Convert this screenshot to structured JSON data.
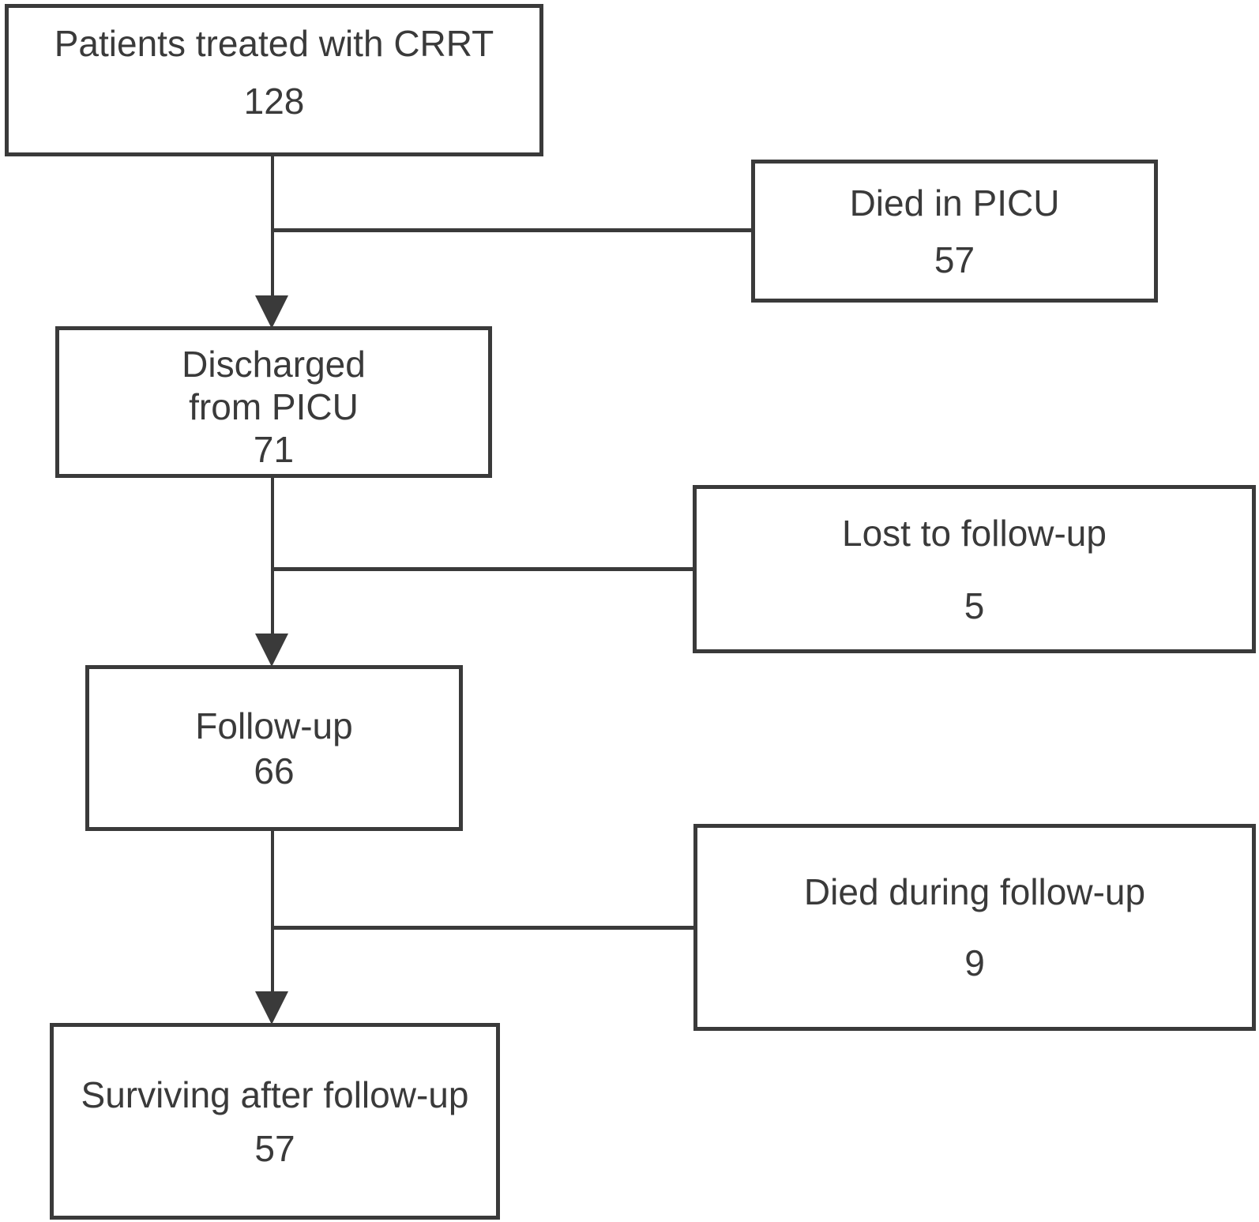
{
  "figure": {
    "type": "flowchart",
    "description": "Patient flow diagram for CRRT cohort",
    "background_color": "#ffffff",
    "line_color": "#3a3a3a",
    "text_color": "#3a3a3a"
  },
  "nodes": {
    "crrt": {
      "label": "Patients treated with CRRT",
      "count": "128"
    },
    "died_picu": {
      "label": "Died in PICU",
      "count": "57"
    },
    "discharged": {
      "label": "Discharged\nfrom PICU",
      "count": "71"
    },
    "lost_followup": {
      "label": "Lost to follow-up",
      "count": "5"
    },
    "followup": {
      "label": "Follow-up",
      "count": "66"
    },
    "died_followup": {
      "label": "Died during follow-up",
      "count": "9"
    },
    "surviving": {
      "label": "Surviving after follow-up",
      "count": "57"
    }
  },
  "edges": [
    {
      "from": "Patients treated with CRRT",
      "to": "Discharged from PICU",
      "style": "arrow"
    },
    {
      "from": "Patients treated with CRRT",
      "to": "Died in PICU",
      "style": "branch"
    },
    {
      "from": "Discharged from PICU",
      "to": "Follow-up",
      "style": "arrow"
    },
    {
      "from": "Discharged from PICU",
      "to": "Lost to follow-up",
      "style": "branch"
    },
    {
      "from": "Follow-up",
      "to": "Surviving after follow-up",
      "style": "arrow"
    },
    {
      "from": "Follow-up",
      "to": "Died during follow-up",
      "style": "branch"
    }
  ]
}
